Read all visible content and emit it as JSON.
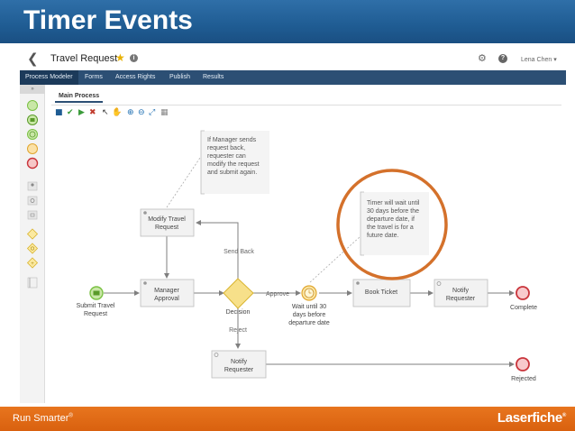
{
  "slide": {
    "title": "Timer Events",
    "footer_tagline": "Run Smarter",
    "footer_tm": "®",
    "brand": "Laserfiche",
    "brand_mark": "®"
  },
  "app": {
    "back_icon": "chevron-left-icon",
    "process_title": "Travel Request",
    "star_icon": "star-icon",
    "info_icon": "info-icon",
    "settings_icon": "gear-icon",
    "help_icon": "help-icon",
    "user": "Lena Chen"
  },
  "nav": {
    "items": [
      {
        "label": "Process Modeler",
        "active": true
      },
      {
        "label": "Forms",
        "active": false
      },
      {
        "label": "Access Rights",
        "active": false
      },
      {
        "label": "Publish",
        "active": false
      },
      {
        "label": "Results",
        "active": false
      }
    ]
  },
  "canvas": {
    "tab_label": "Main Process"
  },
  "diagram": {
    "nodes": {
      "start": "Submit Travel\nRequest",
      "manager": "Manager\nApproval",
      "modify": "Modify Travel\nRequest",
      "decision": "Decision",
      "timer": "Wait until 30\ndays before\ndeparture date",
      "book": "Book Ticket",
      "notify1": "Notify\nRequester",
      "complete": "Complete",
      "notify2": "Notify\nRequester",
      "rejected": "Rejected"
    },
    "edges": {
      "send_back": "Send Back",
      "approve": "Approve",
      "reject": "Reject"
    },
    "annotations": {
      "manager_note": "If Manager sends\nrequest back,\nrequester can\nmodify the request\nand submit again.",
      "timer_note": "Timer will wait until\n30 days before the\ndeparture date, if\nthe travel is for a\nfuture date."
    },
    "colors": {
      "start": "#7ac143",
      "end": "#e0474c",
      "gateway": "#f5d76e",
      "timer": "#f0c419",
      "highlight": "#d4712b"
    }
  }
}
